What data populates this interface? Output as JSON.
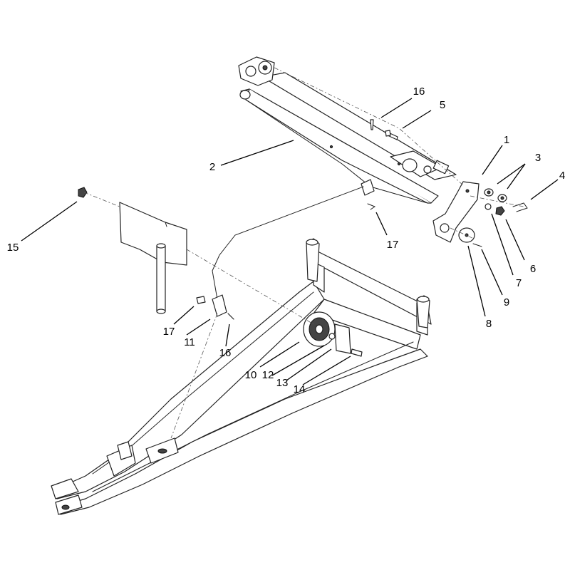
{
  "callouts": {
    "c1": "1",
    "c2": "2",
    "c3": "3",
    "c4": "4",
    "c5": "5",
    "c6": "6",
    "c7": "7",
    "c8": "8",
    "c9": "9",
    "c10": "10",
    "c11": "11",
    "c12": "12",
    "c13": "13",
    "c14": "14",
    "c15": "15",
    "c16a": "16",
    "c16b": "16",
    "c17a": "17",
    "c17b": "17"
  },
  "colors": {
    "line": "#222222",
    "background": "#ffffff"
  }
}
